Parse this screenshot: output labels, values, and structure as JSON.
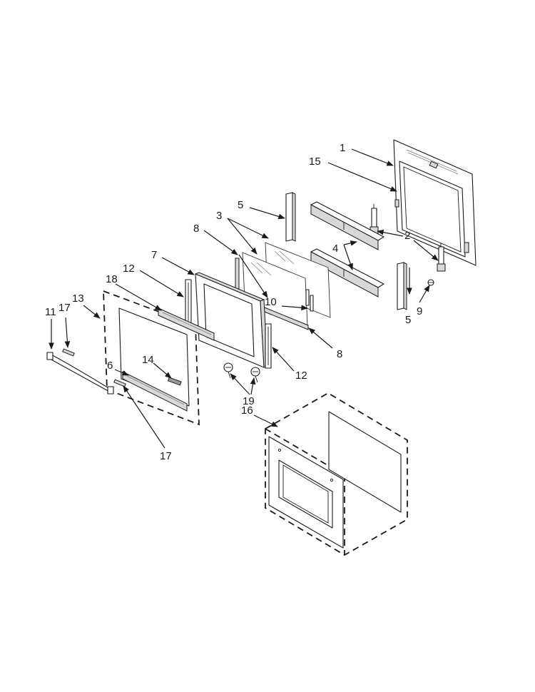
{
  "callouts": {
    "c1": "1",
    "c2": "2",
    "c3": "3",
    "c4": "4",
    "c5a": "5",
    "c5b": "5",
    "c6": "6",
    "c7": "7",
    "c8a": "8",
    "c8b": "8",
    "c9": "9",
    "c10": "10",
    "c11": "11",
    "c12a": "12",
    "c12b": "12",
    "c13": "13",
    "c14": "14",
    "c15": "15",
    "c16": "16",
    "c17a": "17",
    "c17b": "17",
    "c18": "18",
    "c19": "19"
  },
  "colors": {
    "line": "#1a1a1a",
    "background": "#ffffff",
    "shade": "#d8d8d8"
  }
}
